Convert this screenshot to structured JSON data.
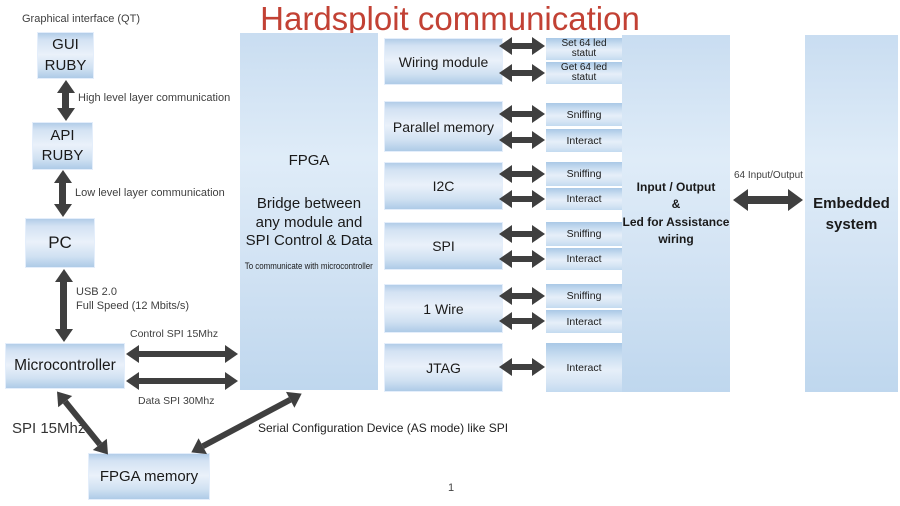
{
  "title": "Hardsploit communication",
  "page_number": "1",
  "labels": {
    "qt": "Graphical interface  (QT)",
    "high_level": "High level layer  communication",
    "low_level": "Low level layer communication",
    "usb": "USB 2.0\nFull Speed (12 Mbits/s)",
    "control_spi": "Control SPI 15Mhz",
    "data_spi": "Data SPI 30Mhz",
    "spi_15mhz": "SPI 15Mhz",
    "serial_config": "Serial Configuration Device (AS mode)  like SPI",
    "io_64": "64  Input/Output"
  },
  "boxes": {
    "gui": "GUI\nRUBY",
    "api": "API\nRUBY",
    "pc": "PC",
    "microcontroller": "Microcontroller",
    "fpga_memory": "FPGA memory",
    "fpga_title": "FPGA",
    "fpga_body": "Bridge between\nany module and\nSPI Control & Data",
    "fpga_note": "To communicate with microcontroller",
    "io": "Input / Output\n&\nLed for Assistance\nwiring",
    "embedded": "Embedded\nsystem"
  },
  "modules": [
    {
      "name": "Wiring module",
      "links": [
        "Set 64 led\nstatut",
        "Get 64 led\nstatut"
      ]
    },
    {
      "name": "Parallel memory",
      "links": [
        "Sniffing",
        "Interact"
      ]
    },
    {
      "name": "I2C",
      "links": [
        "Sniffing",
        "Interact"
      ]
    },
    {
      "name": "SPI",
      "links": [
        "Sniffing",
        "Interact"
      ]
    },
    {
      "name": "1 Wire",
      "links": [
        "Sniffing",
        "Interact"
      ]
    },
    {
      "name": "JTAG",
      "links": [
        "Interact"
      ]
    }
  ],
  "colors": {
    "title_red": "#c24134",
    "arrow_gray": "#3f3f3f",
    "box_blue_light": "#e9f1fa",
    "box_blue_dark": "#aecbe7"
  }
}
